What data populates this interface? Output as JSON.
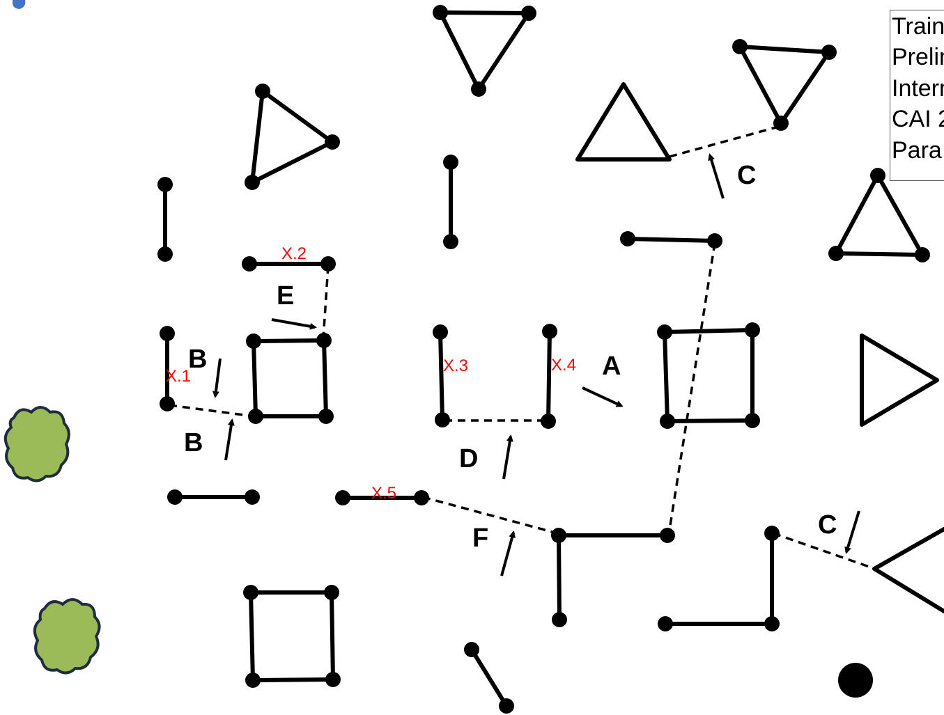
{
  "legend": {
    "lines": [
      "Train",
      "Prelim",
      "Interm",
      "CAI 2",
      "Para:"
    ]
  },
  "labels": {
    "B1": "B",
    "B2": "B",
    "C1": "C",
    "C2": "C",
    "E": "E",
    "D": "D",
    "A": "A",
    "F": "F"
  },
  "markers": {
    "x1": "X.1",
    "x2": "X.2",
    "x3": "X.3",
    "x4": "X.4",
    "x5": "X.5"
  },
  "colors": {
    "stroke": "#000000",
    "marker_text": "#ff0000",
    "tree_fill": "#9bbb59",
    "tree_outline": "#1f2d3d",
    "corner_icon": "#4472c4"
  },
  "icons": [
    "tree-icon",
    "tree-icon",
    "water-drop-icon"
  ]
}
